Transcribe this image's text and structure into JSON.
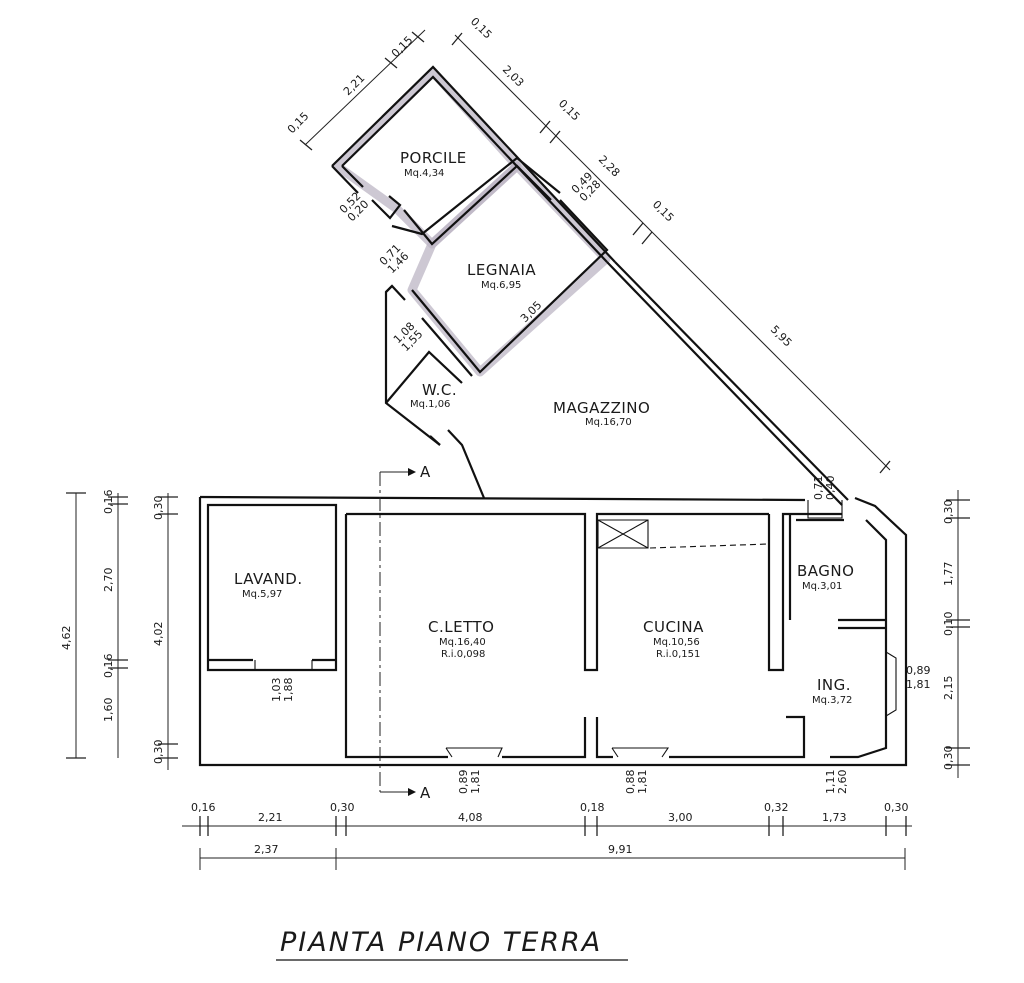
{
  "title": "PIANTA PIANO TERRA",
  "section_marker": "A",
  "rooms": {
    "porcile": {
      "name": "PORCILE",
      "area": "Mq.4,34"
    },
    "legnaia": {
      "name": "LEGNAIA",
      "area": "Mq.6,95"
    },
    "wc": {
      "name": "W.C.",
      "area": "Mq.1,06"
    },
    "magazzino": {
      "name": "MAGAZZINO",
      "area": "Mq.16,70"
    },
    "lavand": {
      "name": "LAVAND.",
      "area": "Mq.5,97"
    },
    "cletto": {
      "name": "C.LETTO",
      "area": "Mq.16,40",
      "ri": "R.i.0,098"
    },
    "cucina": {
      "name": "CUCINA",
      "area": "Mq.10,56",
      "ri": "R.i.0,151"
    },
    "bagno": {
      "name": "BAGNO",
      "area": "Mq.3,01"
    },
    "ing": {
      "name": "ING.",
      "area": "Mq.3,72"
    }
  },
  "dims": {
    "top_015_a": "0,15",
    "top_015_b": "0,15",
    "top_221": "2,21",
    "top_203": "2,03",
    "left_015": "0,15",
    "mid_015": "0,15",
    "porcile_049": "0,49",
    "porcile_028": "0,28",
    "diag_228": "2,28",
    "diag_015": "0,15",
    "diag_595": "5,95",
    "w_052": "0,52",
    "w_020": "0,20",
    "w_071": "0,71",
    "w_146": "1,46",
    "w_108": "1,08",
    "w_155": "1,55",
    "legnaia_305": "3,05",
    "bagno_071": "0,71",
    "bagno_040": "0,40",
    "left_462": "4,62",
    "left_016a": "0,16",
    "left_270": "2,70",
    "left_016b": "0,16",
    "left_160": "1,60",
    "left_030a": "0,30",
    "left_402": "4,02",
    "left_030b": "0,30",
    "right_030a": "0,30",
    "right_177": "1,77",
    "right_010": "0,10",
    "right_215": "2,15",
    "right_030b": "0,30",
    "ing_089": "0,89",
    "ing_181": "1,81",
    "lav_103": "1,03",
    "lav_188": "1,88",
    "cl_089": "0,89",
    "cl_181": "1,81",
    "cu_088": "0,88",
    "cu_181": "1,81",
    "ing_111": "1,11",
    "ing_260": "2,60",
    "b_016": "0,16",
    "b_221": "2,21",
    "b_030a": "0,30",
    "b_408": "4,08",
    "b_018": "0,18",
    "b_300": "3,00",
    "b_032": "0,32",
    "b_173": "1,73",
    "b_030b": "0,30",
    "b_237": "2,37",
    "b_991": "9,91"
  }
}
